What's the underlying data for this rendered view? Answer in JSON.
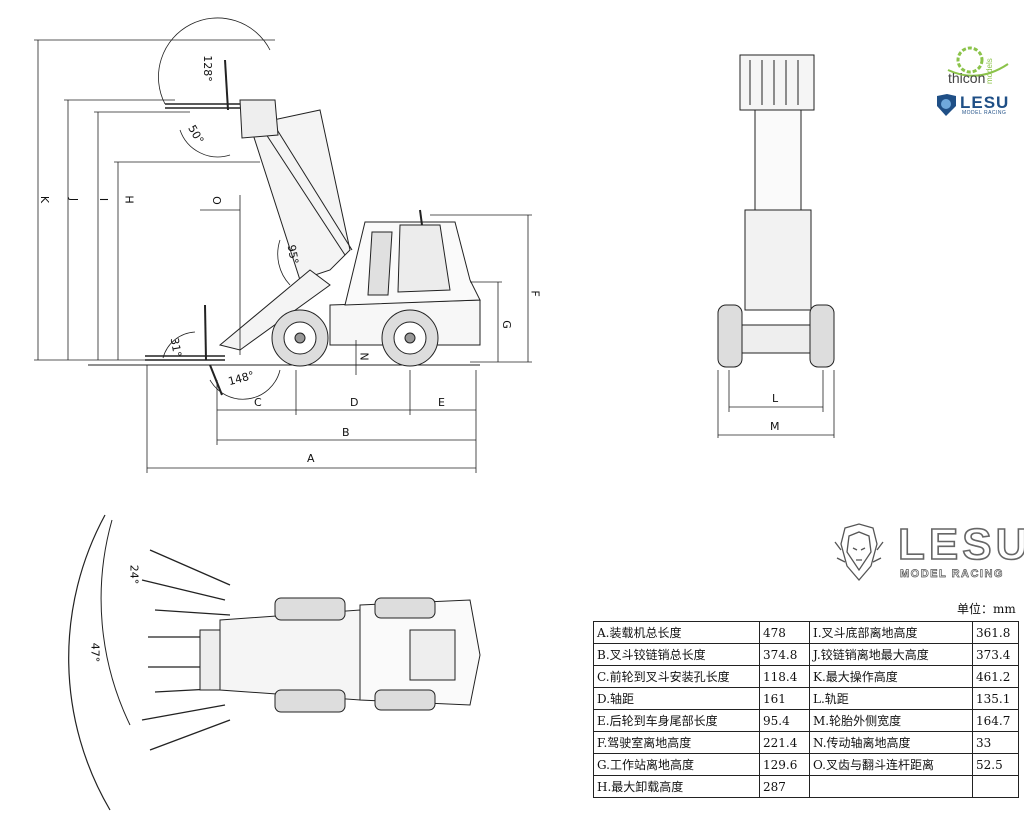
{
  "unit_label": "单位：mm",
  "brand": {
    "thicon_name": "thicon",
    "thicon_sub": "models",
    "lesu_name": "LESU",
    "lesu_tagline": "MODEL RACING"
  },
  "dimension_letters": {
    "A": "A",
    "B": "B",
    "C": "C",
    "D": "D",
    "E": "E",
    "F": "F",
    "G": "G",
    "H": "H",
    "I": "I",
    "J": "J",
    "K": "K",
    "L": "L",
    "M": "M",
    "N": "N",
    "O": "O"
  },
  "angles": {
    "bucket_tilt_up": "128°",
    "fork_tilt": "50°",
    "boom_angle": "95°",
    "fork_down": "31°",
    "bucket_tilt_down": "148°",
    "steer_inner": "24°",
    "steer_outer": "47°"
  },
  "specs": [
    {
      "label": "A.装载机总长度",
      "value": "478",
      "label2": "I.叉斗底部离地高度",
      "value2": "361.8"
    },
    {
      "label": "B.叉斗铰链销总长度",
      "value": "374.8",
      "label2": "J.铰链销离地最大高度",
      "value2": "373.4"
    },
    {
      "label": "C.前轮到叉斗安装孔长度",
      "value": "118.4",
      "label2": "K.最大操作高度",
      "value2": "461.2"
    },
    {
      "label": "D.轴距",
      "value": "161",
      "label2": "L.轨距",
      "value2": "135.1"
    },
    {
      "label": "E.后轮到车身尾部长度",
      "value": "95.4",
      "label2": "M.轮胎外侧宽度",
      "value2": "164.7"
    },
    {
      "label": "F.驾驶室离地高度",
      "value": "221.4",
      "label2": "N.传动轴离地高度",
      "value2": "33"
    },
    {
      "label": "G.工作站离地高度",
      "value": "129.6",
      "label2": "O.叉齿与翻斗连杆距离",
      "value2": "52.5"
    },
    {
      "label": "H.最大卸载高度",
      "value": "287",
      "label2": "",
      "value2": ""
    }
  ]
}
